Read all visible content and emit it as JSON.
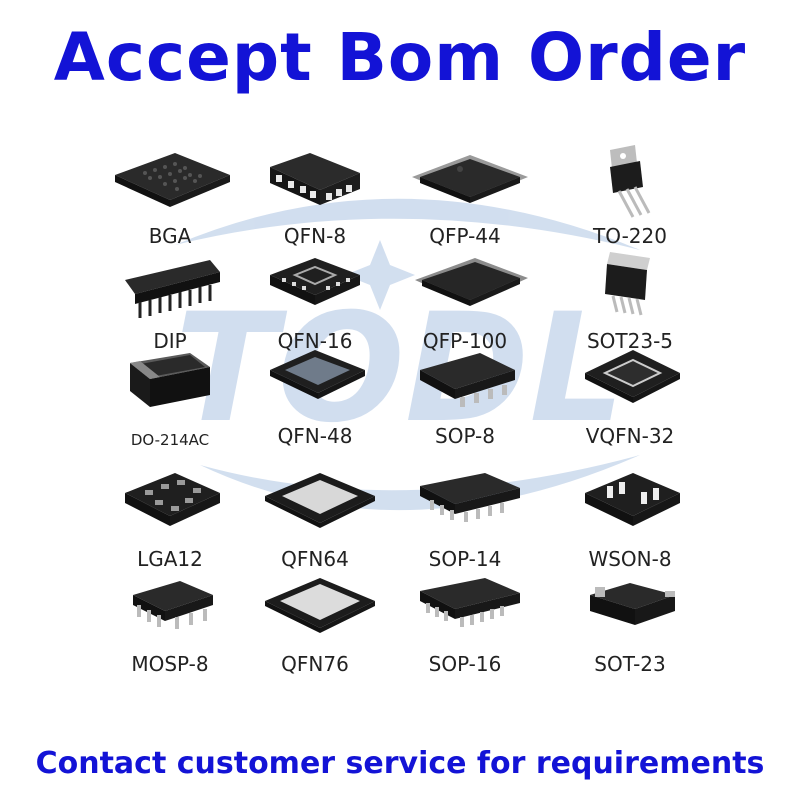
{
  "title": "Accept Bom Order",
  "footer": "Contact customer service for requirements",
  "watermark_text": "TODL",
  "colors": {
    "accent": "#1313d6",
    "chip": "#1d1d1d",
    "watermark": "#9bb7dc"
  },
  "packages": [
    {
      "label": "BGA",
      "icon": "bga-chip-icon"
    },
    {
      "label": "QFN-8",
      "icon": "qfn8-chip-icon"
    },
    {
      "label": "QFP-44",
      "icon": "qfp44-chip-icon"
    },
    {
      "label": "TO-220",
      "icon": "to220-chip-icon"
    },
    {
      "label": "DIP",
      "icon": "dip-chip-icon"
    },
    {
      "label": "QFN-16",
      "icon": "qfn16-chip-icon"
    },
    {
      "label": "QFP-100",
      "icon": "qfp100-chip-icon"
    },
    {
      "label": "SOT23-5",
      "icon": "sot23-5-chip-icon"
    },
    {
      "label": "DO-214AC",
      "icon": "do214ac-chip-icon"
    },
    {
      "label": "QFN-48",
      "icon": "qfn48-chip-icon"
    },
    {
      "label": "SOP-8",
      "icon": "sop8-chip-icon"
    },
    {
      "label": "VQFN-32",
      "icon": "vqfn32-chip-icon"
    },
    {
      "label": "LGA12",
      "icon": "lga12-chip-icon"
    },
    {
      "label": "QFN64",
      "icon": "qfn64-chip-icon"
    },
    {
      "label": "SOP-14",
      "icon": "sop14-chip-icon"
    },
    {
      "label": "WSON-8",
      "icon": "wson8-chip-icon"
    },
    {
      "label": "MOSP-8",
      "icon": "mosp8-chip-icon"
    },
    {
      "label": "QFN76",
      "icon": "qfn76-chip-icon"
    },
    {
      "label": "SOP-16",
      "icon": "sop16-chip-icon"
    },
    {
      "label": "SOT-23",
      "icon": "sot23-chip-icon"
    }
  ]
}
